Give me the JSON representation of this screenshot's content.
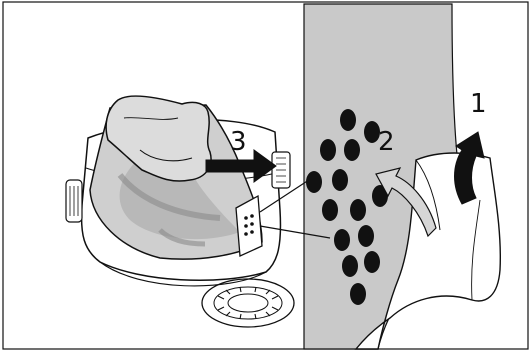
{
  "figure": {
    "steps": [
      {
        "number": "1",
        "action": "lift-icon"
      },
      {
        "number": "2",
        "action": "fold-icon"
      },
      {
        "number": "3",
        "action": "insert-arrow-icon"
      }
    ],
    "colors": {
      "line": "#111111",
      "panel_grey": "#c9c9c9",
      "bag_grey": "#bdbdbd",
      "bag_light": "#dedede",
      "hole": "#111111",
      "background": "#ffffff"
    }
  }
}
